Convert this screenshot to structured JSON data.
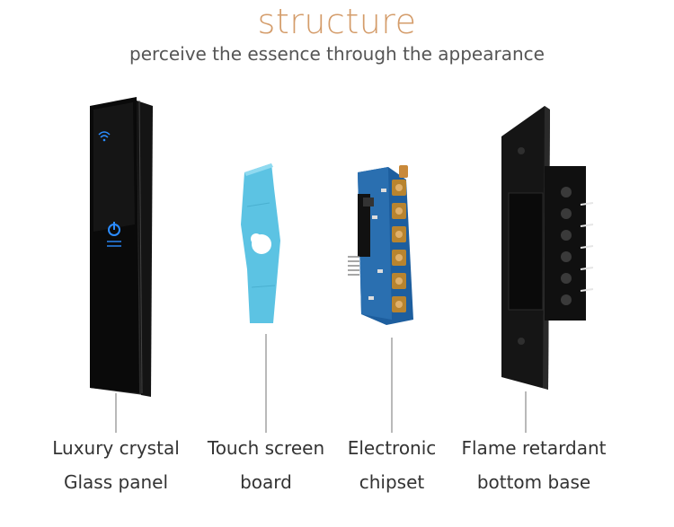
{
  "header": {
    "title": "structure",
    "subtitle": "perceive the essence through the appearance"
  },
  "components": [
    {
      "line1": "Luxury crystal",
      "line2": "Glass panel"
    },
    {
      "line1": "Touch screen",
      "line2": "board"
    },
    {
      "line1": "Electronic",
      "line2": "chipset"
    },
    {
      "line1": "Flame retardant",
      "line2": "bottom base"
    }
  ],
  "colors": {
    "title": "#d49c6a",
    "glass_panel": "#0b0b0b",
    "touch_board": "#5cc3e3",
    "pcb": "#2a6fb0",
    "glow": "#2b8cff"
  },
  "icons": [
    "wifi-icon",
    "power-icon"
  ]
}
